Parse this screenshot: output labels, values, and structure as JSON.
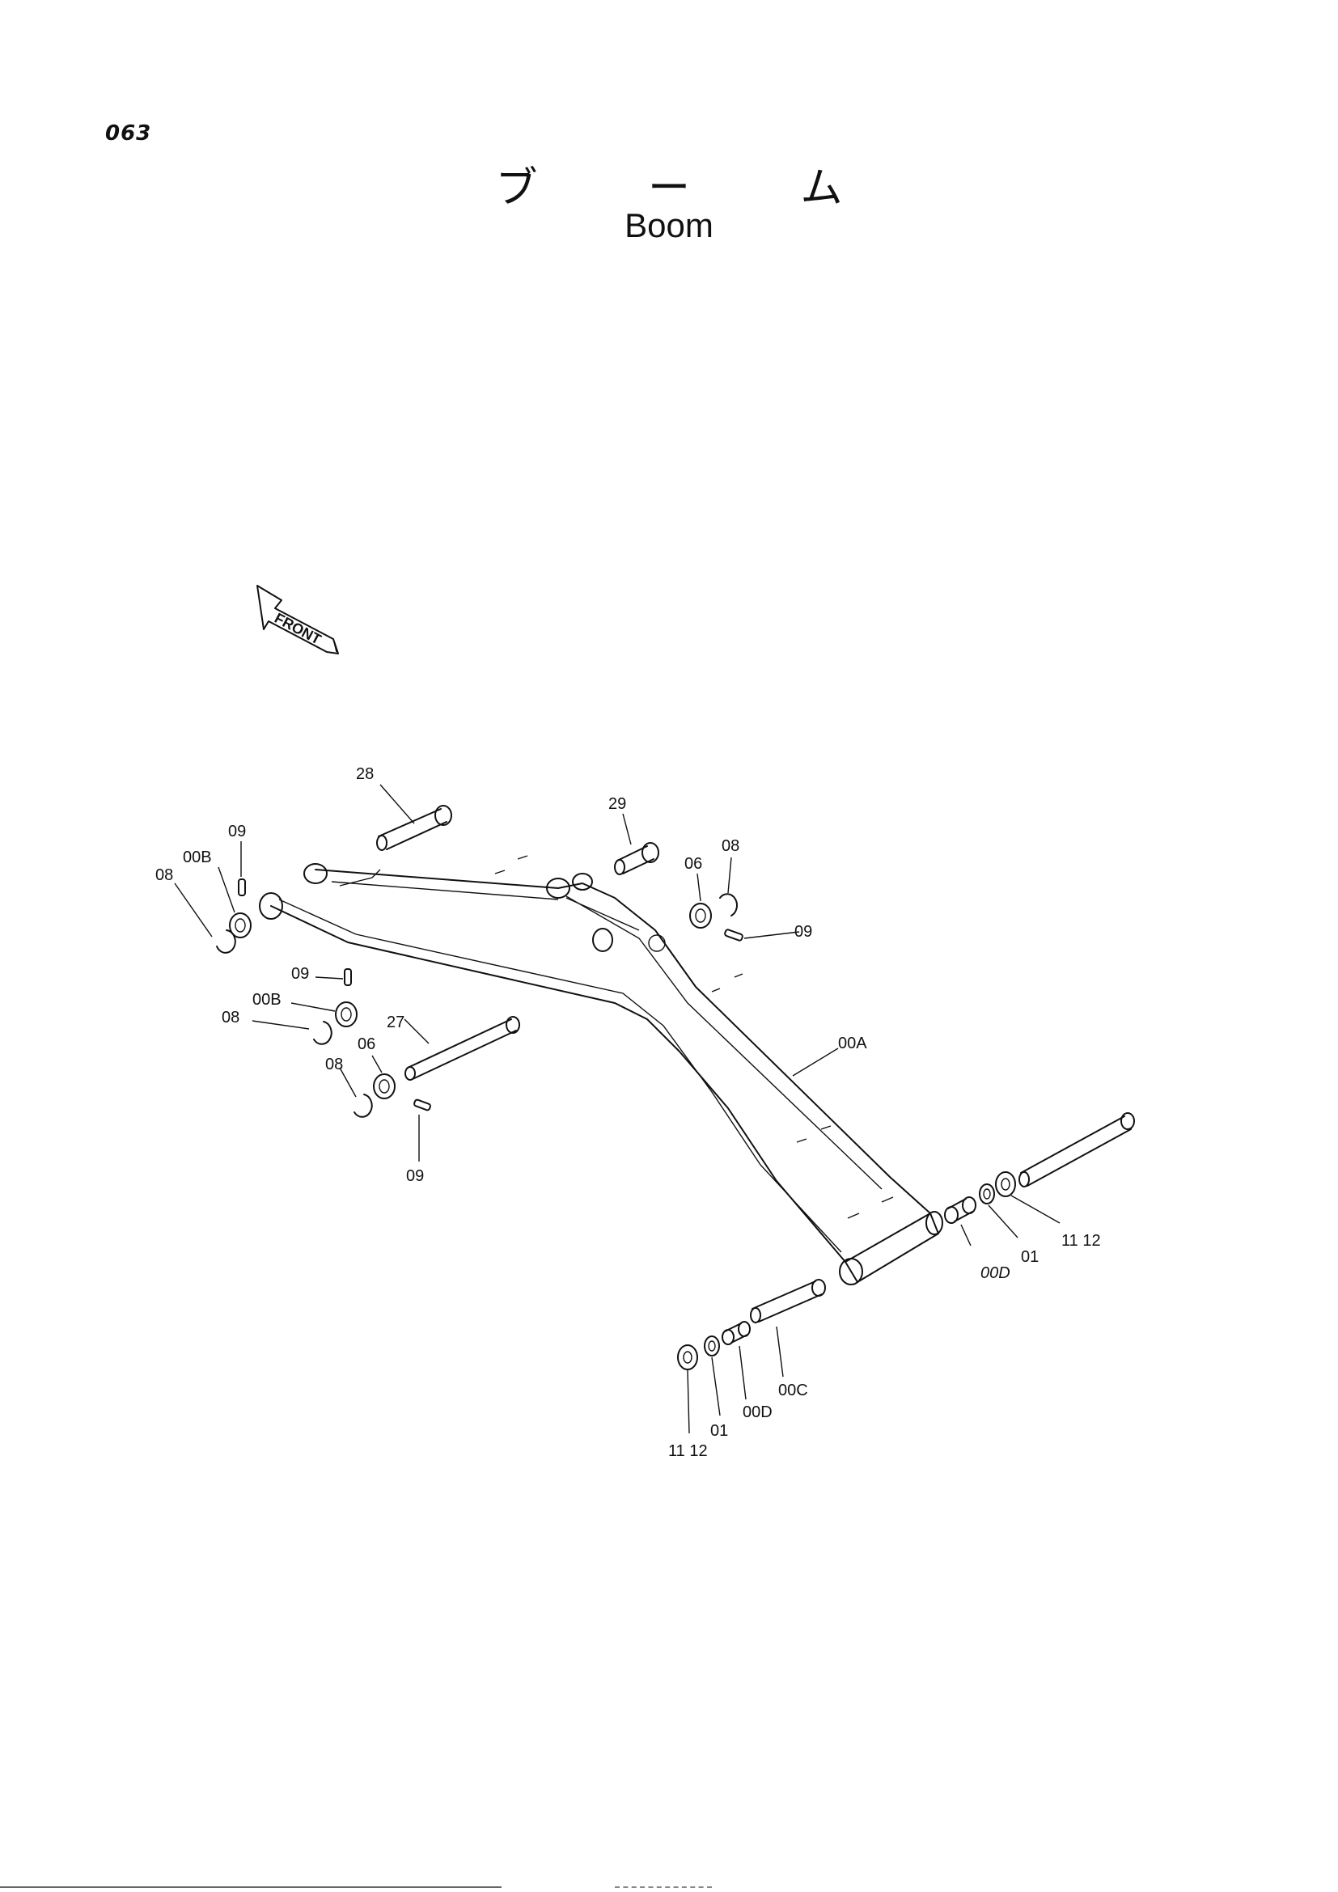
{
  "page": {
    "number": "063",
    "title_jp": "ブ ー ム",
    "title_en": "Boom"
  },
  "front_marker": {
    "label": "FRONT",
    "icon": "front-arrow-icon"
  },
  "callouts": {
    "c28": "28",
    "c29": "29",
    "c09_a": "09",
    "c00B_a": "00B",
    "c08_a": "08",
    "c06_a": "06",
    "c08_b": "08",
    "c09_b": "09",
    "c09_c": "09",
    "c00B_b": "00B",
    "c08_c": "08",
    "c27": "27",
    "c06_b": "06",
    "c08_d": "08",
    "c09_d": "09",
    "c00A": "00A",
    "c00D_a": "00D",
    "c01_a": "01",
    "c11_12_a": "11 12",
    "c00C": "00C",
    "c00D_b": "00D",
    "c01_b": "01",
    "c11_12_b": "11 12"
  }
}
